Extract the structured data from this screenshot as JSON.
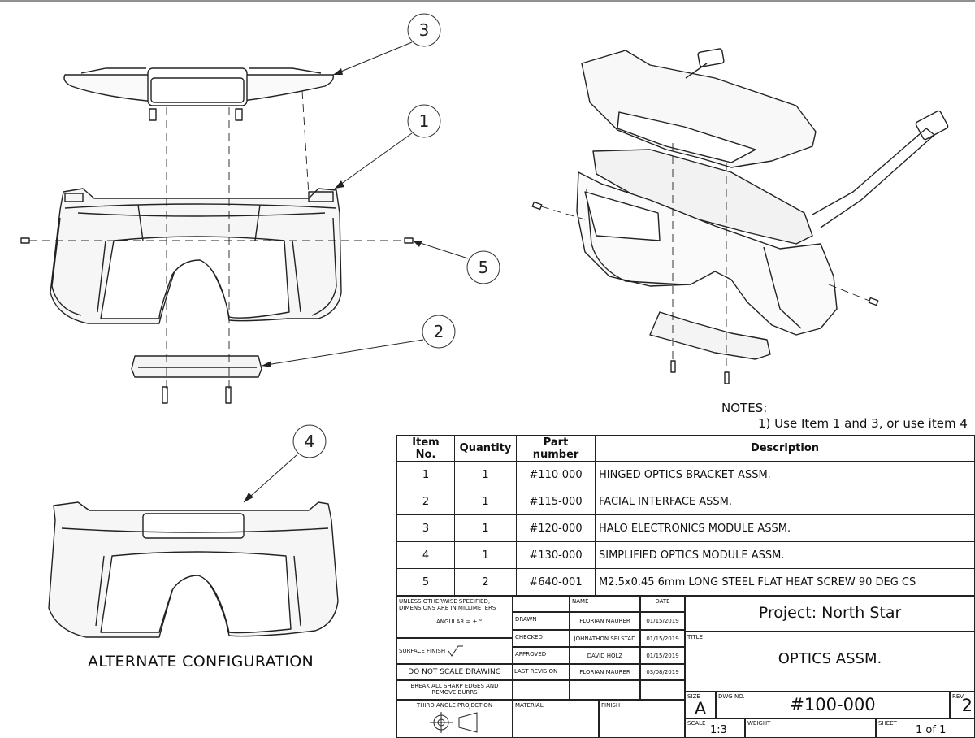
{
  "balloons": [
    "3",
    "1",
    "5",
    "2",
    "4"
  ],
  "alternate_label": "ALTERNATE CONFIGURATION",
  "notes": {
    "heading": "NOTES:",
    "items": [
      "1) Use Item 1 and 3, or use item 4"
    ]
  },
  "bom": {
    "headers": [
      "Item No.",
      "Quantity",
      "Part number",
      "Description"
    ],
    "rows": [
      [
        "1",
        "1",
        "#110-000",
        "HINGED OPTICS BRACKET ASSM."
      ],
      [
        "2",
        "1",
        "#115-000",
        "FACIAL INTERFACE ASSM."
      ],
      [
        "3",
        "1",
        "#120-000",
        "HALO ELECTRONICS MODULE ASSM."
      ],
      [
        "4",
        "1",
        "#130-000",
        "SIMPLIFIED OPTICS MODULE ASSM."
      ],
      [
        "5",
        "2",
        "#640-001",
        "M2.5x0.45 6mm LONG STEEL FLAT HEAT SCREW 90 DEG CS"
      ]
    ]
  },
  "title_block": {
    "tolerance_note": "UNLESS OTHERWISE SPECIFIED, DIMENSIONS ARE IN MILLIMETERS",
    "angular": "ANGULAR = ± °",
    "surface_finish": "SURFACE FINISH",
    "do_not_scale": "DO NOT SCALE DRAWING",
    "break_edges": "BREAK ALL SHARP EDGES AND REMOVE BURRS",
    "third_angle": "THIRD ANGLE PROJECTION",
    "name_header": "NAME",
    "date_header": "DATE",
    "signoffs": [
      {
        "role": "DRAWN",
        "name": "FLORIAN MAURER",
        "date": "01/15/2019"
      },
      {
        "role": "CHECKED",
        "name": "JOHNATHON SELSTAD",
        "date": "01/15/2019"
      },
      {
        "role": "APPROVED",
        "name": "DAVID HOLZ",
        "date": "01/15/2019"
      },
      {
        "role": "LAST REVISION",
        "name": "FLORIAN MAURER",
        "date": "03/08/2019"
      }
    ],
    "material_label": "MATERIAL",
    "finish_label": "FINISH",
    "project": "Project: North Star",
    "title_label": "TITLE",
    "title": "OPTICS ASSM.",
    "size_label": "SIZE",
    "size": "A",
    "dwg_label": "DWG NO.",
    "dwg_no": "#100-000",
    "rev_label": "REV.",
    "rev": "2",
    "scale_label": "SCALE",
    "scale": "1:3",
    "weight_label": "WEIGHT",
    "sheet_label": "SHEET",
    "sheet": "1 of 1"
  }
}
